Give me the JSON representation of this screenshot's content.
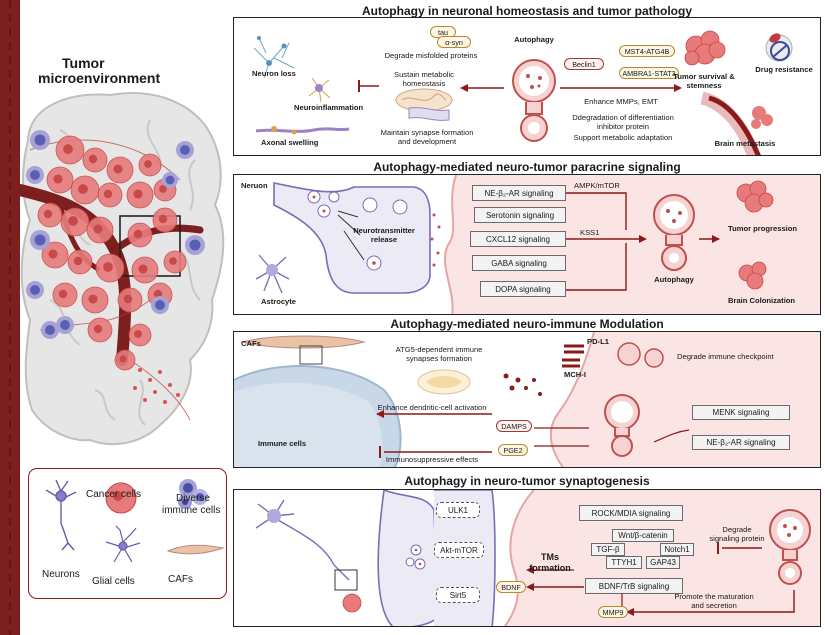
{
  "left": {
    "title_line1": "Tumor",
    "title_line2": "microenvironment",
    "legend": {
      "neurons": "Neurons",
      "cancer_cells": "Cancer cells",
      "immune_line1": "Diverse",
      "immune_line2": "immune cells",
      "glial_cells": "Glial cells",
      "cafs": "CAFs"
    }
  },
  "panel1": {
    "title": "Autophagy in neuronal homeostasis and tumor pathology",
    "neuron_loss": "Neuron loss",
    "neuroinflammation": "Neuroinflammation",
    "axonal_swelling": "Axonal swelling",
    "tau": "tau",
    "asyn": "α-syn",
    "degrade": "Degrade misfolded proteins",
    "sustain_1": "Sustain metabolic",
    "sustain_2": "homeostasis",
    "maintain_1": "Maintain synapse formation",
    "maintain_2": "and development",
    "autophagy": "Autophagy",
    "beclin": "Beclin1",
    "mst4": "MST4-ATG4B",
    "ambra": "AMBRA1-STAT3",
    "mmps": "Enhance MMPs, EMT",
    "degr_1": "Ddegradation of differentiation",
    "degr_2": "inhibitor  protein",
    "support": "Support metabolic adaptation",
    "tumor_surv_1": "Tumor survival &",
    "tumor_surv_2": "stemness",
    "drug_res": "Drug resistance",
    "brain_met": "Brain metastasis"
  },
  "panel2": {
    "title": "Autophagy-mediated neuro-tumor paracrine signaling",
    "neuron": "Neruon",
    "nt_1": "Neurotransmitter",
    "nt_2": "release",
    "astrocyte": "Astrocyte",
    "ne_beta": "NE-β₂-AR signaling",
    "serotonin": "Serotonin signaling",
    "cxcl12": "CXCL12 signaling",
    "gaba": "GABA signaling",
    "dopa": "DOPA signaling",
    "ampk": "AMPK/mTOR",
    "kss1": "KSS1",
    "autophagy": "Autophagy",
    "progression": "Tumor progression",
    "colonization": "Brain Colonization"
  },
  "panel3": {
    "title": "Autophagy-mediated neuro-immune Modulation",
    "cafs": "CAFs",
    "atg5_1": "ATG5-dependent immune",
    "atg5_2": "synapses  formation",
    "enhance_dc": "Enhance dendritic-cell activation",
    "immune_cells": "Immune cells",
    "immunosuppressive": "Immunosuppressive effects",
    "damps": "DAMPS",
    "pge2": "PGE2",
    "pdl1": "PD-L1",
    "mhc": "MCH-I",
    "degrade_checkpoint": "Degrade immune checkpoint",
    "menk": "MENK signaling",
    "ne_beta": "NE-β₂-AR signaling"
  },
  "panel4": {
    "title": "Autophagy in neuro-tumor synaptogenesis",
    "ulk1": "ULK1",
    "akt": "Akt-mTOR",
    "sirt5": "Sirt5",
    "tms_1": "TMs",
    "tms_2": "formation",
    "rock": "ROCK/MDIA signaling",
    "wnt": "Wnt/β-catenin",
    "tgf": "TGF-β",
    "notch": "Notch1",
    "ttyh1": "TTYH1",
    "gap43": "GAP43",
    "bdnf_trb": "BDNF/TrB signaling",
    "degrade_sig_1": "Degrade",
    "degrade_sig_2": "signaling protein",
    "promote_1": "Promote the maturation",
    "promote_2": "and secretion",
    "bdnf": "BDNF",
    "mmp9": "MMP9"
  },
  "colors": {
    "dark_red": "#8b1a1a",
    "vessel": "#7d1f1f",
    "cancer": "#e77b7b",
    "immune": "#5a5fb5",
    "neuron": "#6a5aa8",
    "pill_border": "#b8892e"
  }
}
